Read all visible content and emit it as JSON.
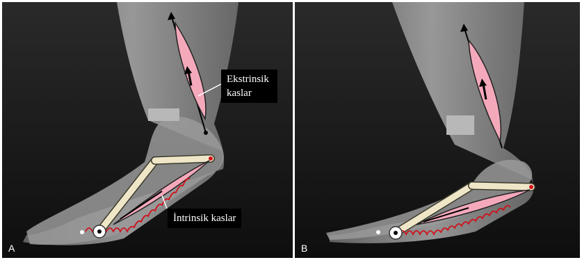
{
  "panels": [
    {
      "letter": "A",
      "labels": {
        "extrinsic": "Ekstrinsik\nkaslar",
        "intrinsic": "İntrinsik kaslar"
      }
    },
    {
      "letter": "B"
    }
  ],
  "colors": {
    "muscle_fill": "#f4a9bb",
    "bone_bar": "#efe6c8",
    "spring": "#d0101a",
    "background": "#1a1a1a"
  }
}
